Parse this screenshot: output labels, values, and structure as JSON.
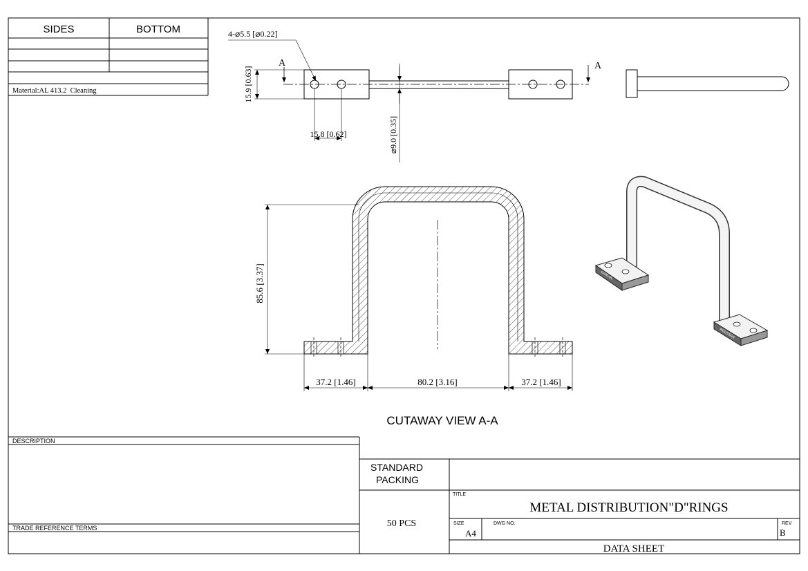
{
  "top_table": {
    "col_sides": "SIDES",
    "col_bottom": "BOTTOM",
    "material": "Material:AL 413.2  Cleaning"
  },
  "top_view": {
    "hole_callout": "4-⌀5.5 [⌀0.22]",
    "height_dim": "15.9 [0.63]",
    "hole_spacing_dim": "15.8 [0.62]",
    "rod_dia_dim": "⌀9.0 [0.35]",
    "section_mark_left": "A",
    "section_mark_right": "A"
  },
  "section_view": {
    "height_dim": "85.6 [3.37]",
    "left_foot_dim": "37.2 [1.46]",
    "inner_width_dim": "80.2 [3.16]",
    "right_foot_dim": "37.2 [1.46]",
    "caption": "CUTAWAY VIEW A-A"
  },
  "iso_view": {
    "brand_left": "GARVIN",
    "brand_right": "ROUSSAS"
  },
  "title_block": {
    "description_label": "DESCRIPTION",
    "trade_terms_label": "TRADE REFERENCE TERMS",
    "standard_packing_line1": "STANDARD",
    "standard_packing_line2": "PACKING",
    "packing_value": "50 PCS",
    "title_label": "TITLE",
    "title_value": "METAL DISTRIBUTION\"D\"RINGS",
    "size_label": "SIZE",
    "size_value": "A4",
    "dwg_label": "DWG NO.",
    "rev_label": "REV",
    "rev_value": "B",
    "sheet_label": "DATA SHEET"
  }
}
